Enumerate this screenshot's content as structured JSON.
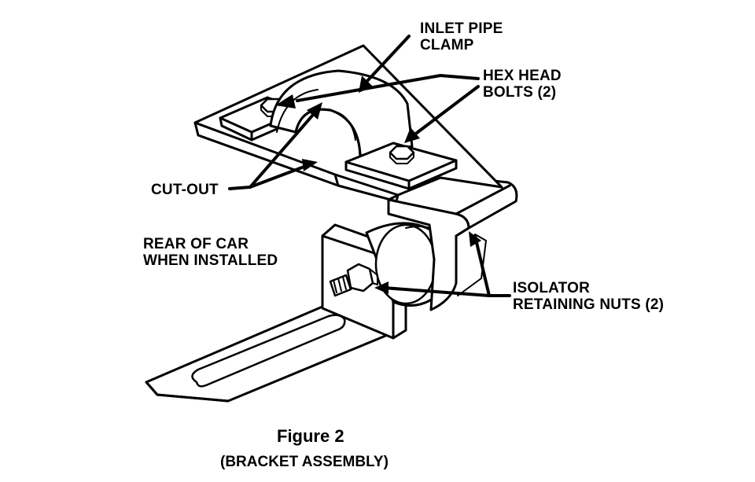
{
  "labels": {
    "inlet_pipe_clamp": [
      "INLET PIPE",
      "CLAMP"
    ],
    "hex_head_bolts": [
      "HEX HEAD",
      "BOLTS (2)"
    ],
    "cut_out": "CUT-OUT",
    "rear_of_car": [
      "REAR OF CAR",
      "WHEN INSTALLED"
    ],
    "isolator_nuts": [
      "ISOLATOR",
      "RETAINING NUTS (2)"
    ]
  },
  "caption": {
    "title": "Figure 2",
    "subtitle": "(BRACKET ASSEMBLY)"
  }
}
